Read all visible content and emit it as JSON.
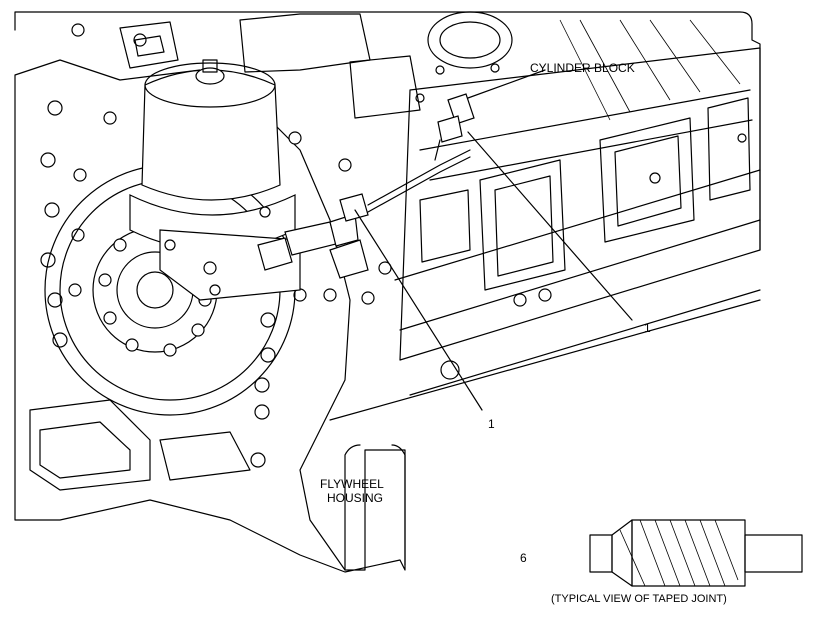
{
  "labels": {
    "cylinder_block": "CYLINDER BLOCK",
    "callout_upper": "1",
    "callout_lower": "1",
    "flywheel_line1": "FLYWHEEL",
    "flywheel_line2": "HOUSING",
    "taped_joint": "(TYPICAL VIEW OF TAPED JOINT)"
  },
  "icons": {
    "dash_a_glyph": "6",
    "dash_b_glyph": "6"
  }
}
